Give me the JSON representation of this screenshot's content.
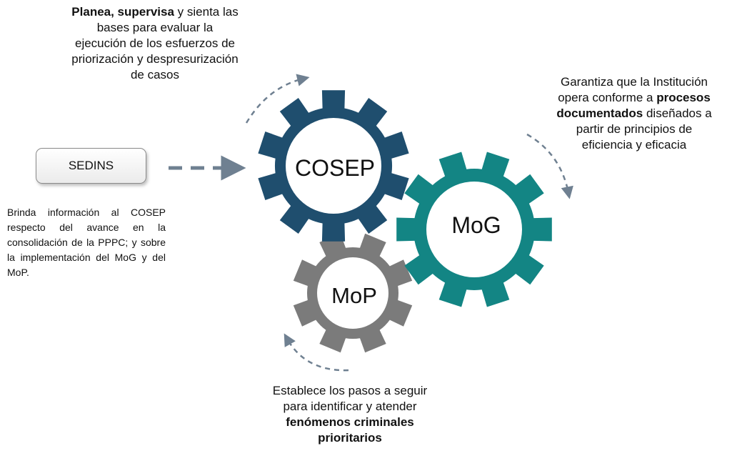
{
  "sedins": {
    "label": "SEDINS",
    "description": "Brinda información al COSEP respecto del avance en la consolidación de la PPPC; y sobre la implementación del MoG y del MoP."
  },
  "gears": {
    "cosep": {
      "label": "COSEP",
      "color": "#1f4e6e"
    },
    "mog": {
      "label": "MoG",
      "color": "#138584"
    },
    "mop": {
      "label": "MoP",
      "color": "#7b7b7b"
    }
  },
  "cosep_text": {
    "line1_bold": "Planea, supervisa",
    "line1_rest": " y sienta las",
    "line2": "bases para evaluar la",
    "line3": "ejecución de los esfuerzos de",
    "line4": "priorización y despresurización",
    "line5": "de casos"
  },
  "mog_text": {
    "line1": "Garantiza que la Institución",
    "line2_pre": "opera conforme a ",
    "line2_bold": "procesos",
    "line3_bold": "documentados",
    "line3_rest": " diseñados a",
    "line4": "partir de principios de",
    "line5": "eficiencia y eficacia"
  },
  "mop_text": {
    "line1": "Establece los pasos a seguir",
    "line2": "para identificar y atender",
    "line3_bold": "fenómenos criminales",
    "line4_bold": "prioritarios"
  },
  "colors": {
    "arrow": "#6f8091",
    "text": "#111111"
  }
}
